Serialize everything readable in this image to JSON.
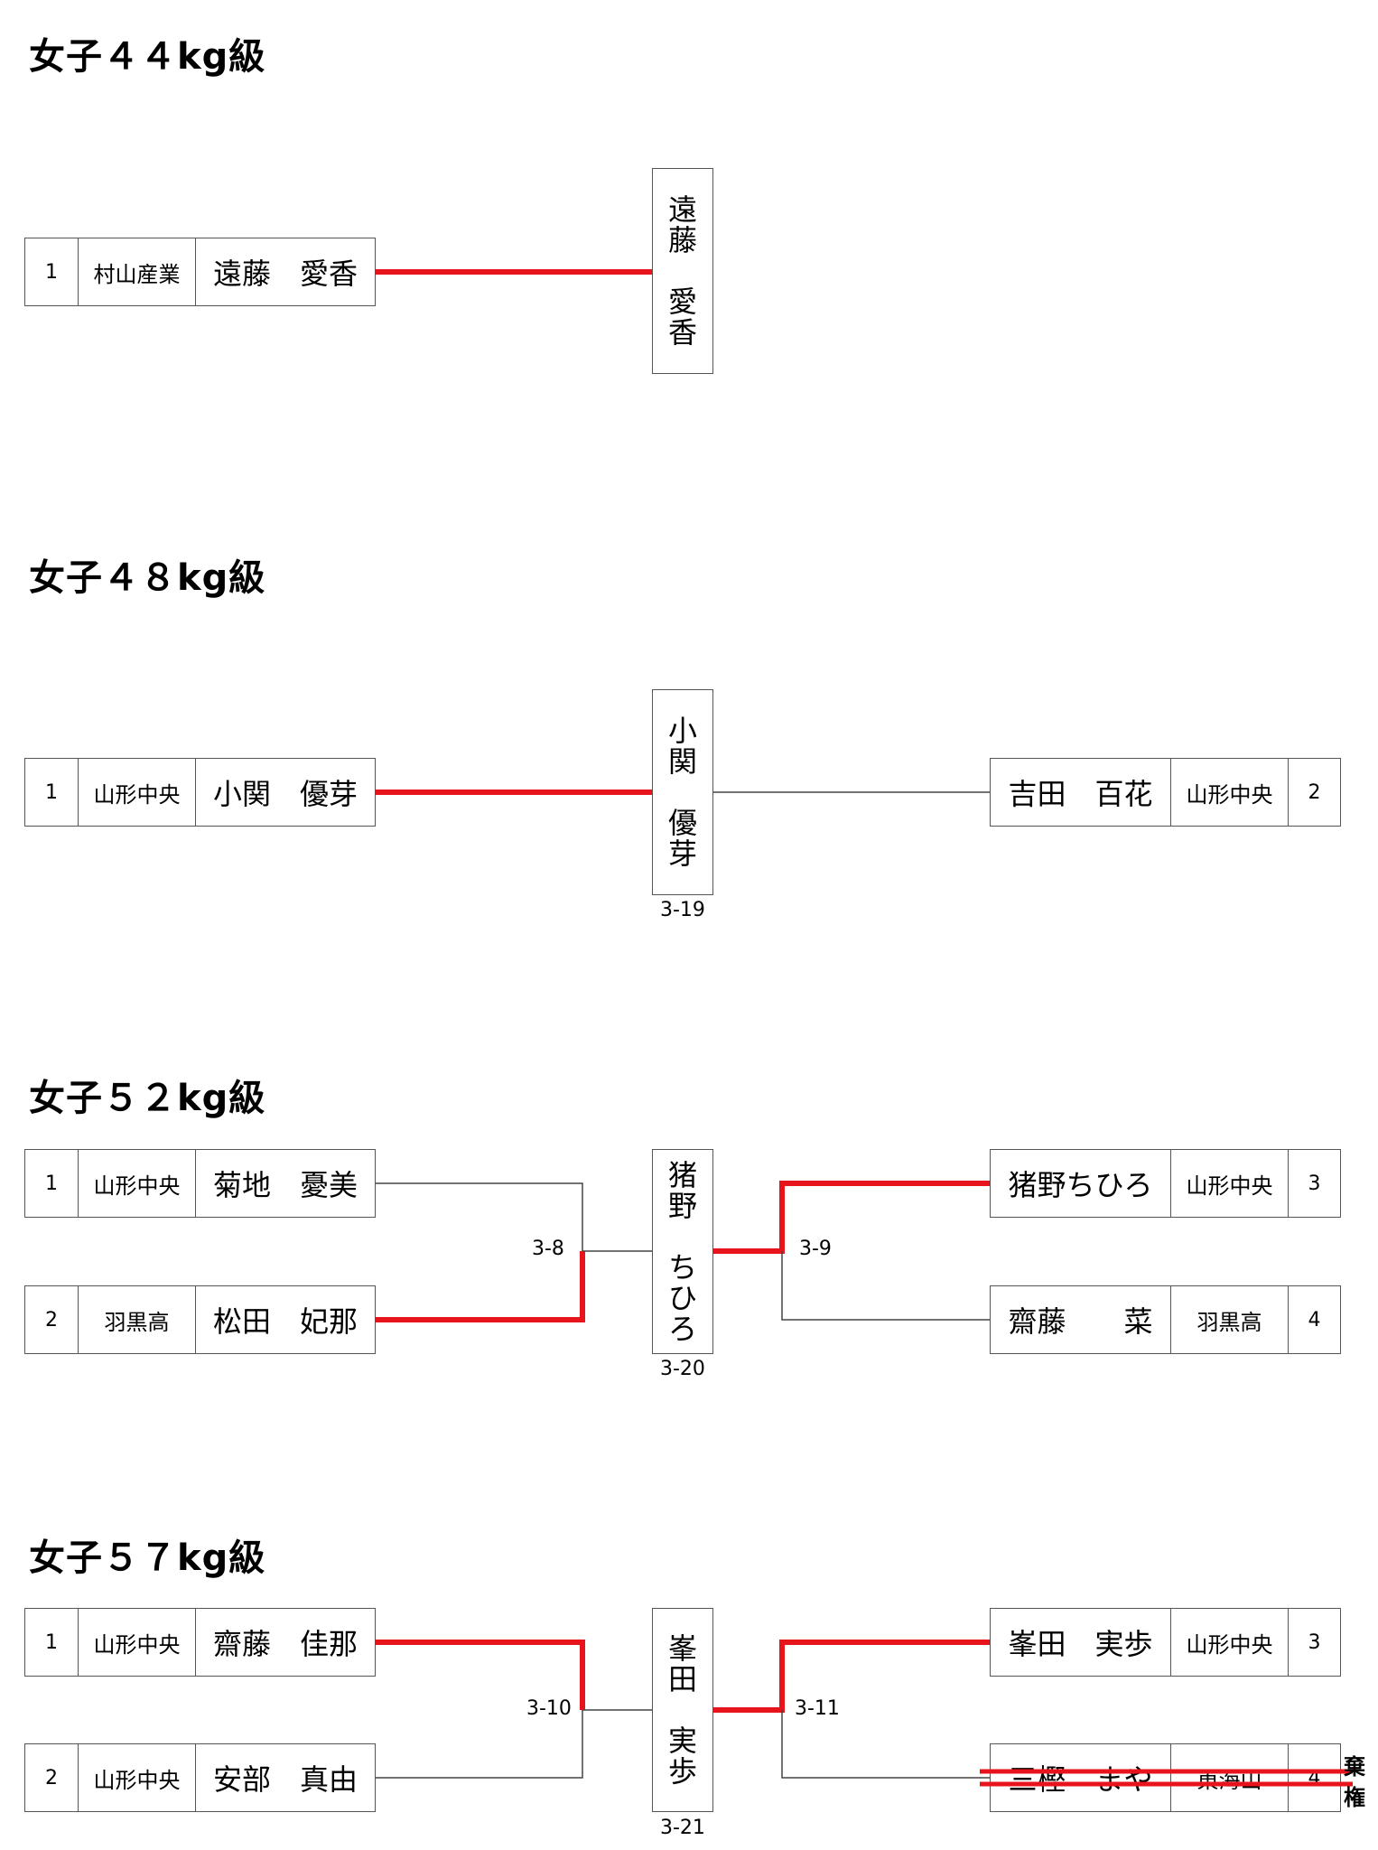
{
  "sections": [
    {
      "title": "女子４４kg級",
      "left": [
        {
          "seed": "1",
          "school": "村山産業",
          "name": "遠藤　愛香"
        }
      ],
      "right": [],
      "winner": [
        "遠藤",
        "愛香"
      ]
    },
    {
      "title": "女子４８kg級",
      "left": [
        {
          "seed": "1",
          "school": "山形中央",
          "name": "小関　優芽"
        }
      ],
      "right": [
        {
          "seed": "2",
          "school": "山形中央",
          "name": "吉田　百花"
        }
      ],
      "winner": [
        "小関",
        "優芽"
      ],
      "final_label": "3-19"
    },
    {
      "title": "女子５２kg級",
      "left": [
        {
          "seed": "1",
          "school": "山形中央",
          "name": "菊地　憂美"
        },
        {
          "seed": "2",
          "school": "羽黒高",
          "name": "松田　妃那"
        }
      ],
      "right": [
        {
          "seed": "3",
          "school": "山形中央",
          "name": "猪野ちひろ"
        },
        {
          "seed": "4",
          "school": "羽黒高",
          "name": "齋藤　　菜"
        }
      ],
      "winner": [
        "猪野",
        "ちひろ"
      ],
      "left_match_label": "3-8",
      "right_match_label": "3-9",
      "final_label": "3-20"
    },
    {
      "title": "女子５７kg級",
      "left": [
        {
          "seed": "1",
          "school": "山形中央",
          "name": "齋藤　佳那"
        },
        {
          "seed": "2",
          "school": "山形中央",
          "name": "安部　真由"
        }
      ],
      "right": [
        {
          "seed": "3",
          "school": "山形中央",
          "name": "峯田　実歩"
        },
        {
          "seed": "4",
          "school": "東海山",
          "name": "三樫　まや"
        }
      ],
      "winner": [
        "峯田",
        "実歩"
      ],
      "left_match_label": "3-10",
      "right_match_label": "3-11",
      "final_label": "3-21",
      "forfeit_label": "棄権"
    }
  ],
  "colors": {
    "winner_line": "#e8141b",
    "line": "#444444"
  }
}
